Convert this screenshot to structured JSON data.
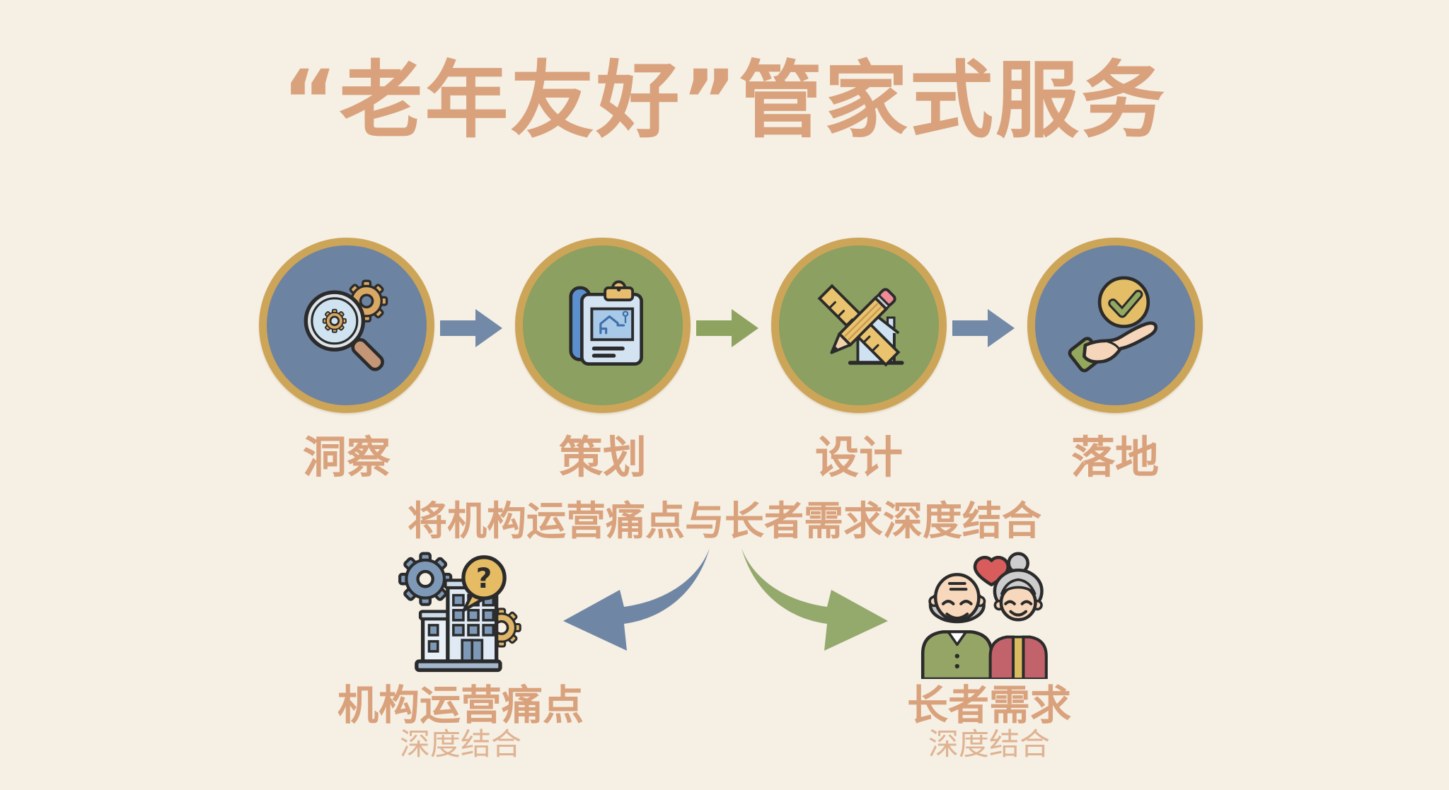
{
  "title": "“老年友好”管家式服务",
  "steps": [
    {
      "label": "洞察",
      "icon": "magnifier-gears-icon",
      "circle_color": "#6d83a2"
    },
    {
      "label": "策划",
      "icon": "blueprint-clipboard-icon",
      "circle_color": "#8ba061"
    },
    {
      "label": "设计",
      "icon": "ruler-pencil-house-icon",
      "circle_color": "#8ba061"
    },
    {
      "label": "落地",
      "icon": "hand-checkmark-icon",
      "circle_color": "#6d83a2"
    }
  ],
  "flow_arrows": [
    "blue",
    "green",
    "blue"
  ],
  "connector_text": "将机构运营痛点与长者需求深度结合",
  "branches": {
    "left": {
      "title": "机构运营痛点",
      "subtitle": "深度结合",
      "icon": "building-gears-icon",
      "arrow_color": "#6f87a5"
    },
    "right": {
      "title": "长者需求",
      "subtitle": "深度结合",
      "icon": "elderly-couple-icon",
      "arrow_color": "#94a96c"
    }
  },
  "glyphs": {
    "question_mark": "?"
  },
  "colors": {
    "background": "#f5efe4",
    "accent_text": "#d9a27c",
    "subtitle_text": "#dfb392",
    "circle_blue": "#6d83a2",
    "circle_green": "#8ba061",
    "ring_gold": "#cda558",
    "arrow_blue": "#7289a7",
    "arrow_green": "#8da35f",
    "curve_blue": "#6f87a5",
    "curve_green": "#94a96c",
    "outline_dark": "#2b2b2b"
  }
}
